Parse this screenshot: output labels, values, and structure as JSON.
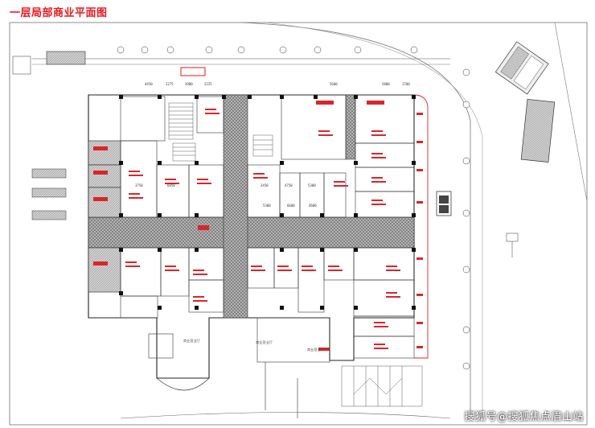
{
  "title": "一层局部商业平面图",
  "watermark": "搜狐号@搜狐焦点眉山站",
  "colors": {
    "title": "#e8191f",
    "corridor_hatch": "#7a7a7a",
    "wall": "#222222",
    "unit_highlight": "#d9262a",
    "gray_units": "#b0b0b0"
  },
  "room_labels": [
    "商业营业厅",
    "商业营业厅",
    "商业营业厅"
  ],
  "top_dimensions": [
    "4450",
    "2275",
    "3900",
    "2225",
    "5600",
    "5800",
    "1700"
  ],
  "mid_dimensions": [
    "3750",
    "6850",
    "3450",
    "4750",
    "5300",
    "5300",
    "6600",
    "4600"
  ],
  "left_units_count": 4,
  "icons": [
    "stair-icon",
    "elevator-icon",
    "parking-icon",
    "compass-icon"
  ]
}
